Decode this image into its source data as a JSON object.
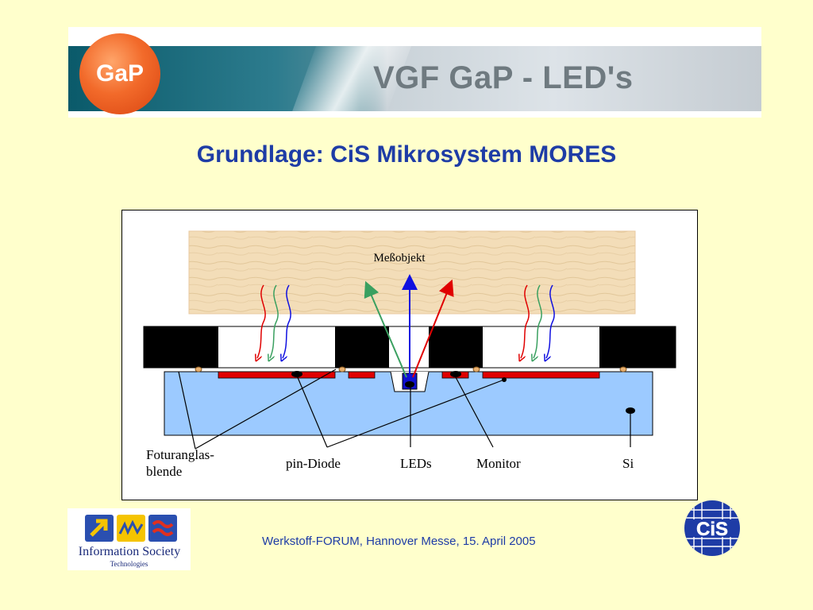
{
  "banner": {
    "logo_text": "GaP",
    "title": "VGF GaP - LED's"
  },
  "slide": {
    "title": "Grundlage: CiS Mikrosystem MORES"
  },
  "diagram": {
    "object_label": "Meßobjekt",
    "labels": {
      "aperture_line1": "Foturanglas-",
      "aperture_line2": "blende",
      "pin_diode": "pin-Diode",
      "leds": "LEDs",
      "monitor": "Monitor",
      "si": "Si"
    },
    "colors": {
      "object": "#f3ddb8",
      "substrate": "#9ccaff",
      "electrode": "#e00000",
      "led": "#1010d0",
      "blocks": "#000000",
      "ray_red": "#e00000",
      "ray_green": "#3aa060",
      "ray_blue": "#1010e0"
    }
  },
  "footer": {
    "text": "Werkstoff-FORUM, Hannover Messe, 15. April 2005"
  },
  "logos": {
    "ist_line1": "Information Society",
    "ist_line2": "Technologies",
    "cis_text": "CiS"
  }
}
